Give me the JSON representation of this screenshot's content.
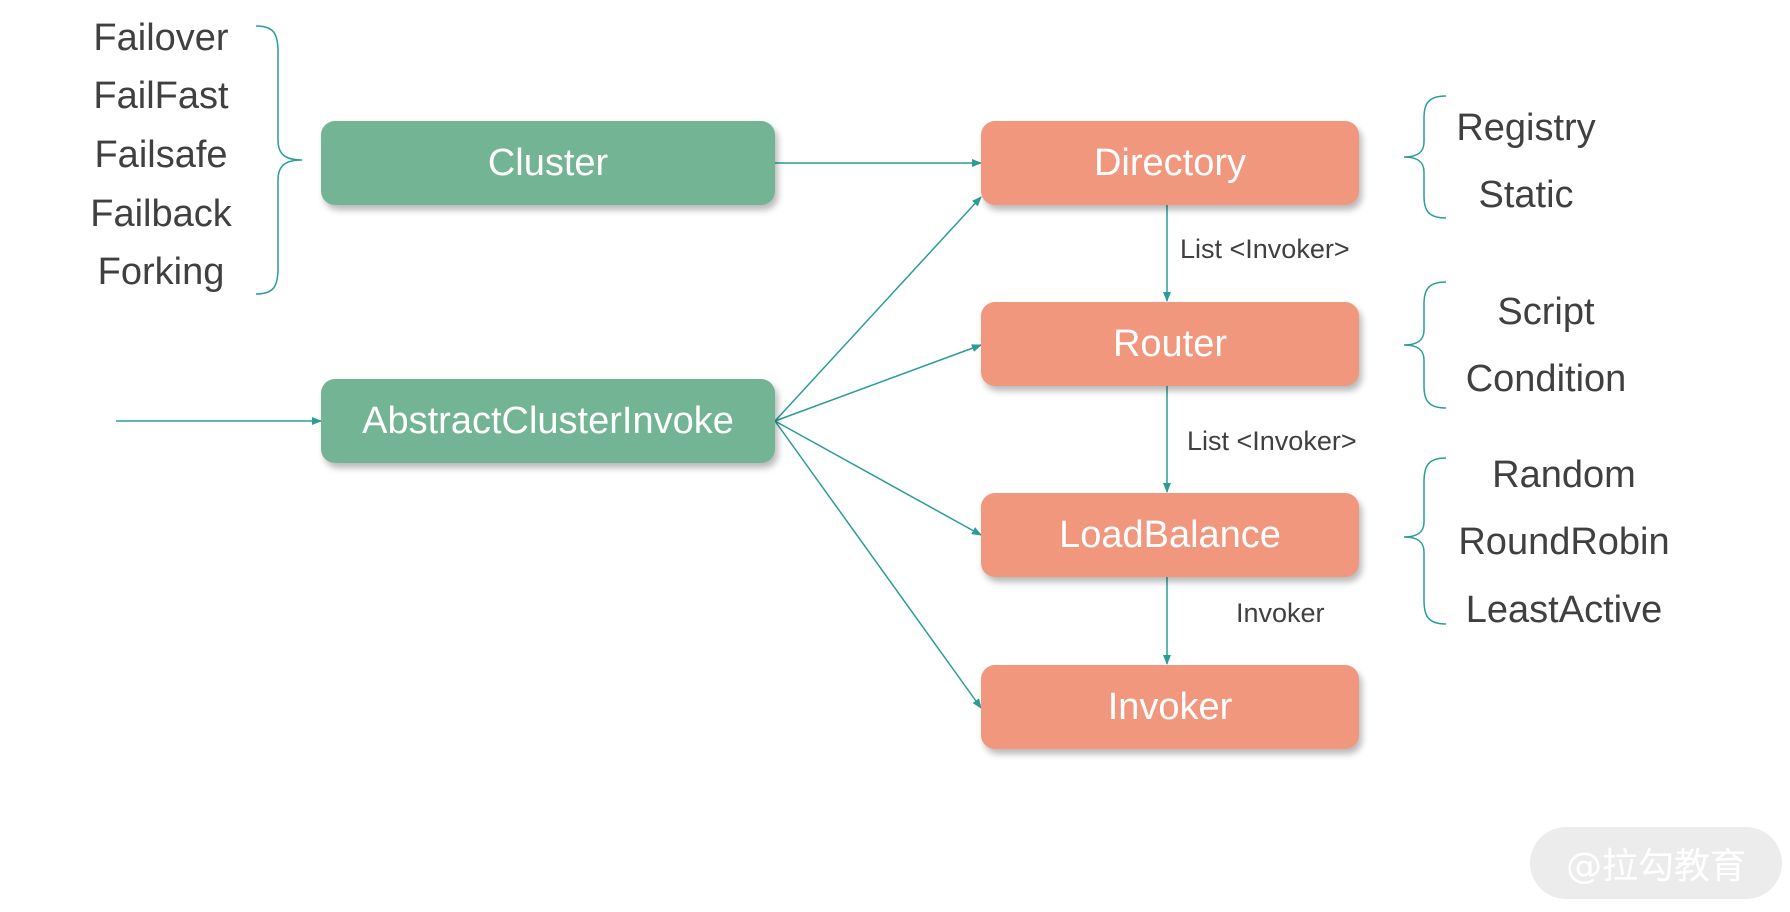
{
  "green_boxes": {
    "cluster": "Cluster",
    "abstract": "AbstractClusterInvoke"
  },
  "orange_boxes": {
    "directory": "Directory",
    "router": "Router",
    "loadbalance": "LoadBalance",
    "invoker": "Invoker"
  },
  "cluster_strategies": [
    "Failover",
    "FailFast",
    "Failsafe",
    "Failback",
    "Forking"
  ],
  "directory_types": [
    "Registry",
    "Static"
  ],
  "router_types": [
    "Script",
    "Condition"
  ],
  "loadbalance_types": [
    "Random",
    "RoundRobin",
    "LeastActive"
  ],
  "edge_labels": {
    "directory_to_router": "List <Invoker>",
    "router_to_loadbalance": "List <Invoker>",
    "loadbalance_to_invoker": "Invoker"
  },
  "watermark": "@拉勾教育",
  "colors": {
    "green": "#72b494",
    "orange": "#f1977e",
    "arrow": "#2a9d96",
    "text": "#404040"
  }
}
